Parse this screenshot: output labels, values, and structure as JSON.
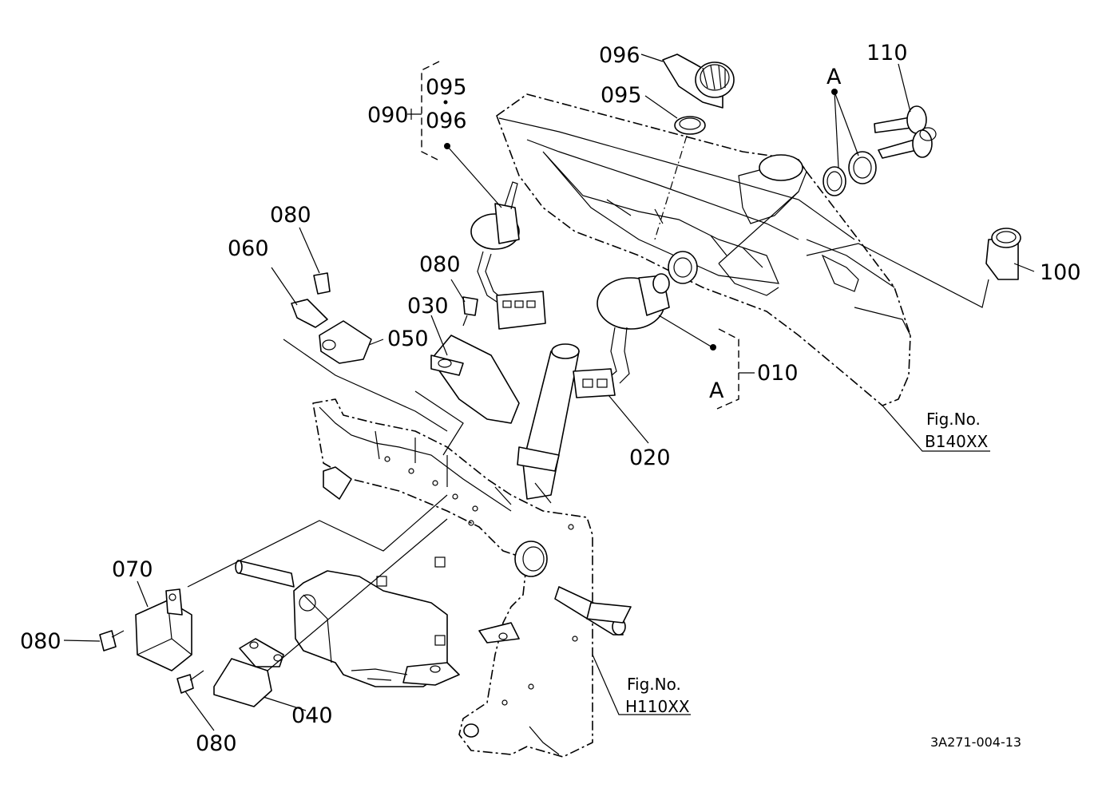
{
  "parts": {
    "p096_top": "096",
    "p095_top": "095",
    "p110": "110",
    "pA_top": "A",
    "p090": "090",
    "p090_sub1": "095",
    "p090_sub2": "096",
    "p080_a": "080",
    "p060": "060",
    "p050": "050",
    "p080_b": "080",
    "p030": "030",
    "p100": "100",
    "pA_group": "A",
    "p010": "010",
    "p020": "020",
    "p070": "070",
    "p080_c": "080",
    "p080_d": "080",
    "p040": "040"
  },
  "refs": {
    "b140_line1": "Fig.No.",
    "b140_line2": "B140XX",
    "h110_line1": "Fig.No.",
    "h110_line2": "H110XX"
  },
  "drawing_number": "3A271-004-13"
}
